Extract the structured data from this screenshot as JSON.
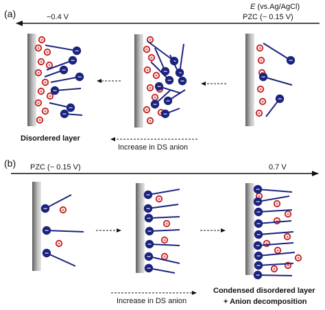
{
  "panel_a": {
    "tag": "(a)",
    "left_potential": "−0.4 V",
    "axis_symbol": "E",
    "axis_unit": " (vs.Ag/AgCl)",
    "right_potential": "PZC  (~ 0.15 V)",
    "left_caption": "Disordered layer",
    "arrow_caption": "Increase in DS anion"
  },
  "panel_b": {
    "tag": "(b)",
    "left_potential": "PZC  (~ 0.15 V)",
    "right_potential": "0.7 V",
    "arrow_caption": "Increase in DS anion",
    "right_caption_line1": "Condensed disordered layer",
    "right_caption_line2": "+ Anion decomposition"
  },
  "legend_glyphs": {
    "anion_head_sign": "−",
    "cation_sign": "+"
  },
  "colors": {
    "anion_head": "#1a237e",
    "anion_tail": "#1a237e",
    "cation_ring": "#c62828",
    "electrode_dark": "#6f6f6f",
    "electrode_light": "#d6d6d6",
    "axis": "#111111"
  }
}
